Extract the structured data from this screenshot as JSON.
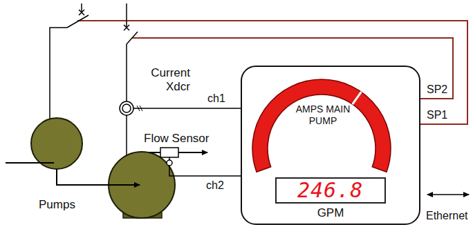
{
  "diagram": {
    "nodes": [
      {
        "text": [
          "AMPS MAIN PUMP",
          "GPM"
        ]
      },
      {
        "text": [
          "246.8"
        ],
        "in": 0
      }
    ],
    "labels": [
      "Current Xdcr",
      "ch1",
      "Flow Sensor",
      "ch2",
      "Pumps",
      "SP2",
      "SP1",
      "Ethernet"
    ]
  }
}
